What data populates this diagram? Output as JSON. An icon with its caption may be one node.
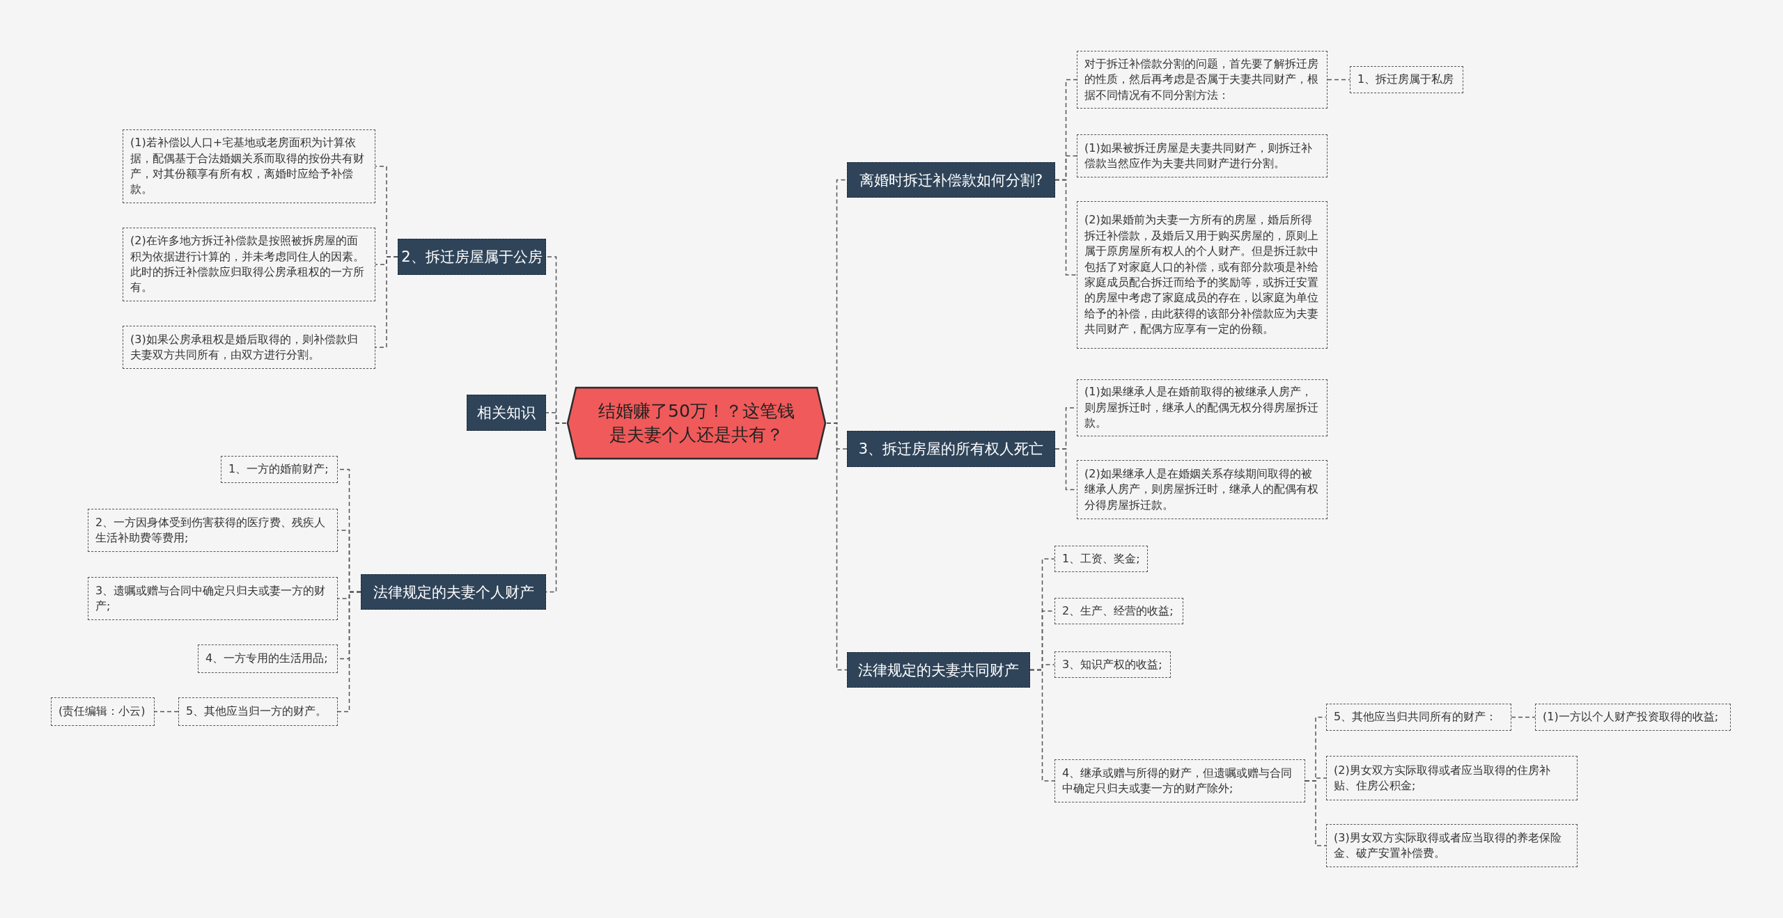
{
  "diagram": {
    "nodes": [
      {
        "text": [
          "结婚赚了50万！？这笔钱是夫妻个人还是共有？"
        ]
      },
      {
        "text": [
          "2、拆迁房屋属于公房"
        ]
      },
      {
        "text": [
          "(1)若补偿以人口+宅基地或老房面积为计算依据，配偶基于合法婚姻关系而取得的按份共有财产，对其份额享有所有权，离婚时应给予补偿款。"
        ]
      },
      {
        "text": [
          "(2)在许多地方拆迁补偿款是按照被拆房屋的面积为依据进行计算的，并未考虑同住人的因素。此时的拆迁补偿款应归取得公房承租权的一方所有。"
        ]
      },
      {
        "text": [
          "(3)如果公房承租权是婚后取得的，则补偿款归夫妻双方共同所有，由双方进行分割。"
        ]
      },
      {
        "text": [
          "相关知识"
        ]
      },
      {
        "text": [
          "法律规定的夫妻个人财产"
        ]
      },
      {
        "text": [
          "1、一方的婚前财产;"
        ]
      },
      {
        "text": [
          "2、一方因身体受到伤害获得的医疗费、残疾人生活补助费等费用;"
        ]
      },
      {
        "text": [
          "3、遗嘱或赠与合同中确定只归夫或妻一方的财产;"
        ]
      },
      {
        "text": [
          "4、一方专用的生活用品;"
        ]
      },
      {
        "text": [
          "5、其他应当归一方的财产。"
        ]
      },
      {
        "text": [
          "(责任编辑：小云)"
        ]
      },
      {
        "text": [
          "离婚时拆迁补偿款如何分割?"
        ]
      },
      {
        "text": [
          "对于拆迁补偿款分割的问题，首先要了解拆迁房的性质，然后再考虑是否属于夫妻共同财产，根据不同情况有不同分割方法："
        ]
      },
      {
        "text": [
          "1、拆迁房属于私房"
        ]
      },
      {
        "text": [
          "(1)如果被拆迁房屋是夫妻共同财产，则拆迁补偿款当然应作为夫妻共同财产进行分割。"
        ]
      },
      {
        "text": [
          "(2)如果婚前为夫妻一方所有的房屋，婚后所得拆迁补偿款，及婚后又用于购买房屋的，原则上属于原房屋所有权人的个人财产。但是拆迁款中包括了对家庭人口的补偿，或有部分款项是补给家庭成员配合拆迁而给予的奖励等，或拆迁安置的房屋中考虑了家庭成员的存在，以家庭为单位给予的补偿，由此获得的该部分补偿款应为夫妻共同财产，配偶方应享有一定的份额。"
        ]
      },
      {
        "text": [
          "3、拆迁房屋的所有权人死亡"
        ]
      },
      {
        "text": [
          "(1)如果继承人是在婚前取得的被继承人房产，则房屋拆迁时，继承人的配偶无权分得房屋拆迁款。"
        ]
      },
      {
        "text": [
          "(2)如果继承人是在婚姻关系存续期间取得的被继承人房产，则房屋拆迁时，继承人的配偶有权分得房屋拆迁款。"
        ]
      },
      {
        "text": [
          "法律规定的夫妻共同财产"
        ]
      },
      {
        "text": [
          "1、工资、奖金;"
        ]
      },
      {
        "text": [
          "2、生产、经营的收益;"
        ]
      },
      {
        "text": [
          "3、知识产权的收益;"
        ]
      },
      {
        "text": [
          "4、继承或赠与所得的财产，但遗嘱或赠与合同中确定只归夫或妻一方的财产除外;"
        ]
      },
      {
        "text": [
          "5、其他应当归共同所有的财产："
        ]
      },
      {
        "text": [
          "(1)一方以个人财产投资取得的收益;"
        ]
      },
      {
        "text": [
          "(2)男女双方实际取得或者应当取得的住房补贴、住房公积金;"
        ]
      },
      {
        "text": [
          "(3)男女双方实际取得或者应当取得的养老保险金、破产安置补偿费。"
        ]
      }
    ],
    "edges": [
      {
        "from": 0,
        "to": 1,
        "arrow": "none"
      },
      {
        "from": 0,
        "to": 5,
        "arrow": "none"
      },
      {
        "from": 0,
        "to": 6,
        "arrow": "none"
      },
      {
        "from": 0,
        "to": 13,
        "arrow": "none"
      },
      {
        "from": 0,
        "to": 18,
        "arrow": "none"
      },
      {
        "from": 0,
        "to": 21,
        "arrow": "none"
      },
      {
        "from": 1,
        "to": 2,
        "arrow": "none"
      },
      {
        "from": 1,
        "to": 3,
        "arrow": "none"
      },
      {
        "from": 1,
        "to": 4,
        "arrow": "none"
      },
      {
        "from": 6,
        "to": 7,
        "arrow": "none"
      },
      {
        "from": 6,
        "to": 8,
        "arrow": "none"
      },
      {
        "from": 6,
        "to": 9,
        "arrow": "none"
      },
      {
        "from": 6,
        "to": 10,
        "arrow": "none"
      },
      {
        "from": 6,
        "to": 11,
        "arrow": "none"
      },
      {
        "from": 11,
        "to": 12,
        "arrow": "none"
      },
      {
        "from": 13,
        "to": 14,
        "arrow": "none"
      },
      {
        "from": 13,
        "to": 16,
        "arrow": "none"
      },
      {
        "from": 13,
        "to": 17,
        "arrow": "none"
      },
      {
        "from": 14,
        "to": 15,
        "arrow": "none"
      },
      {
        "from": 18,
        "to": 19,
        "arrow": "none"
      },
      {
        "from": 18,
        "to": 20,
        "arrow": "none"
      },
      {
        "from": 21,
        "to": 22,
        "arrow": "none"
      },
      {
        "from": 21,
        "to": 23,
        "arrow": "none"
      },
      {
        "from": 21,
        "to": 24,
        "arrow": "none"
      },
      {
        "from": 21,
        "to": 25,
        "arrow": "none"
      },
      {
        "from": 25,
        "to": 26,
        "arrow": "none"
      },
      {
        "from": 25,
        "to": 28,
        "arrow": "none"
      },
      {
        "from": 25,
        "to": 29,
        "arrow": "none"
      },
      {
        "from": 26,
        "to": 27,
        "arrow": "none"
      }
    ]
  }
}
